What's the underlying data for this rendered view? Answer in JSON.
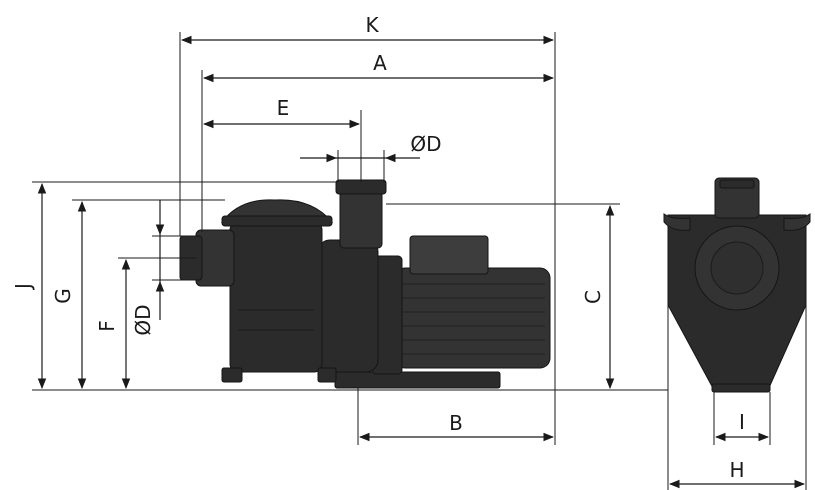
{
  "labels": {
    "K": "K",
    "A": "A",
    "E": "E",
    "D_top": "ØD",
    "J": "J",
    "G": "G",
    "F": "F",
    "D_side": "ØD",
    "C": "C",
    "B": "B",
    "I": "I",
    "H": "H"
  },
  "colors": {
    "pump_body": "#2b2b2b",
    "lines": "#1a1a1a",
    "background": "#ffffff"
  }
}
